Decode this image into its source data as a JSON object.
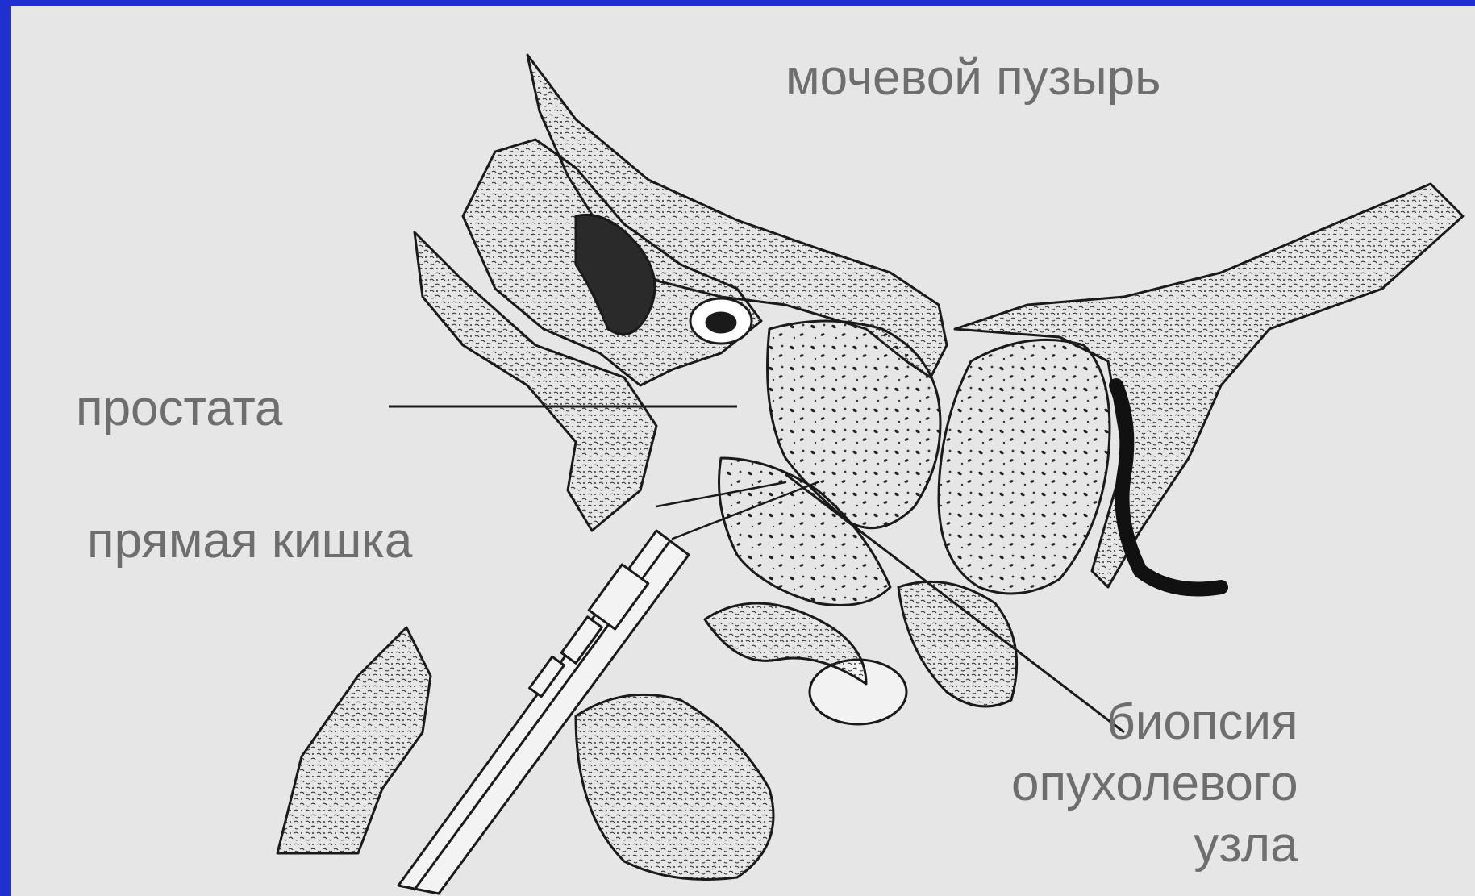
{
  "labels": {
    "bladder": "мочевой пузырь",
    "prostate": "простата",
    "rectum": "прямая кишка",
    "biopsy": "биопсия\nопухолевого\nузла"
  },
  "colors": {
    "frame": "#1f2fd0",
    "background": "#e6e6e6",
    "ink": "#1a1a1a",
    "label_text": "#6e6e6e"
  }
}
